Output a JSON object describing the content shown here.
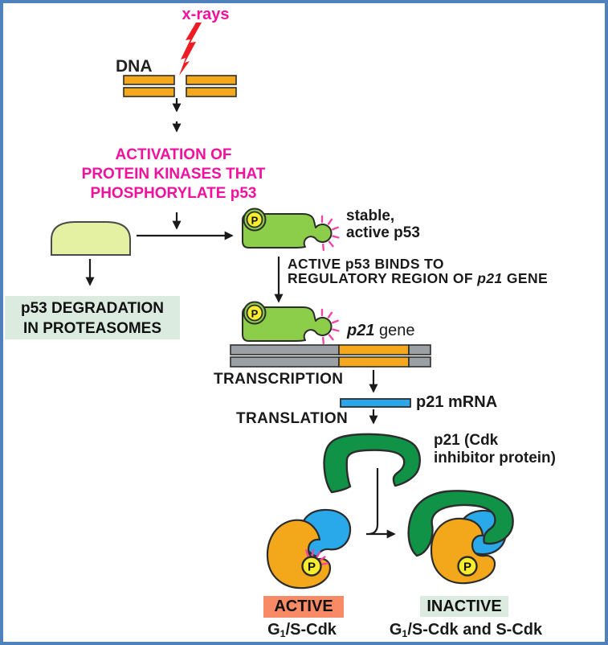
{
  "colors": {
    "frame_border": "#4f81bd",
    "magenta_text": "#f2109e",
    "bolt_red": "#ed1c24",
    "dna_orange": "#f6a81c",
    "dna_gray": "#9aa0a4",
    "p53_green": "#8cce4a",
    "inactive_p53_dome": "#e5f1a2",
    "phosphate_yellow": "#f8ec2e",
    "ray_pink": "#f445a5",
    "mrna_blue": "#2aa7ea",
    "p21_dark_green": "#119347",
    "cdk_orange": "#f3a81b",
    "cyclin_blue": "#29a8ea",
    "active_badge_bg": "#f88b66",
    "inactive_badge_bg": "#dcebdf",
    "outline_dark": "#2c2c2c",
    "text_dark": "#1a1a1a"
  },
  "nodes": {
    "xrays": "x-rays",
    "dna": "DNA",
    "activation": {
      "line1": "ACTIVATION OF",
      "line2": "PROTEIN KINASES THAT",
      "line3": "PHOSPHORYLATE p53"
    },
    "stable": {
      "line1": "stable,",
      "line2": "active p53"
    },
    "degradation": {
      "line1": "p53 DEGRADATION",
      "line2": "IN PROTEASOMES"
    },
    "binds": {
      "line1": "ACTIVE p53 BINDS TO",
      "line2_pre": "REGULATORY REGION OF ",
      "line2_gene": "p21",
      "line2_post": " GENE"
    },
    "p21_gene": {
      "italic": "p21",
      "rest": " gene"
    },
    "transcription": "TRANSCRIPTION",
    "p21_mrna": "p21 mRNA",
    "translation": "TRANSLATION",
    "p21_protein": {
      "line1": "p21 (Cdk",
      "line2": "inhibitor protein)"
    },
    "phosphate": "P",
    "active": {
      "badge": "ACTIVE",
      "base": "G",
      "sub": "1",
      "rest": "/S-Cdk"
    },
    "inactive": {
      "badge": "INACTIVE",
      "base": "G",
      "sub": "1",
      "rest": "/S-Cdk and S-Cdk"
    }
  }
}
